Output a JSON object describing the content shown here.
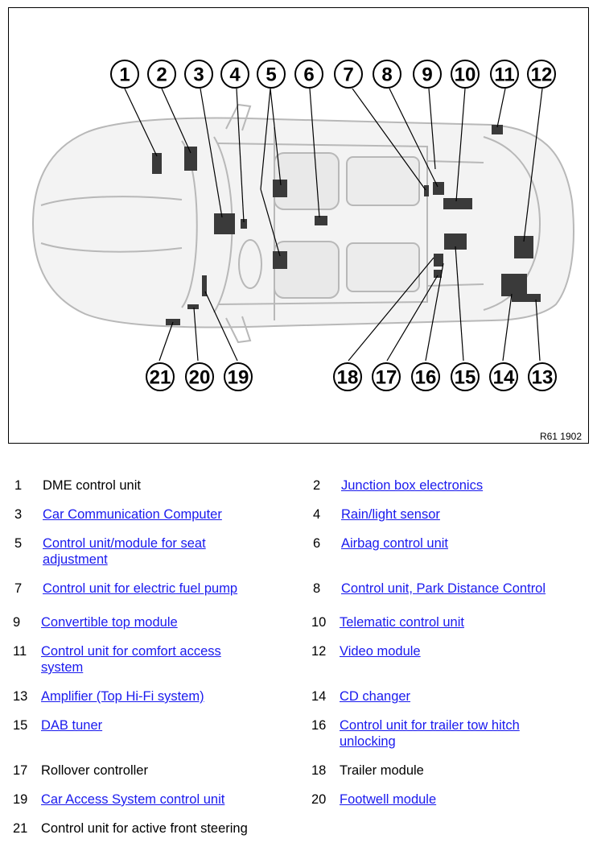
{
  "figure": {
    "reference": "R61 1902",
    "callouts": [
      "1",
      "2",
      "3",
      "4",
      "5",
      "6",
      "7",
      "8",
      "9",
      "10",
      "11",
      "12",
      "13",
      "14",
      "15",
      "16",
      "17",
      "18",
      "19",
      "20",
      "21"
    ]
  },
  "legend": [
    {
      "num": "1",
      "label": "DME control unit",
      "link": false
    },
    {
      "num": "2",
      "label": "Junction box electronics",
      "link": true
    },
    {
      "num": "3",
      "label": "Car Communication Computer",
      "link": true
    },
    {
      "num": "4",
      "label": "Rain/light sensor",
      "link": true
    },
    {
      "num": "5",
      "label": "Control unit/module for seat\nadjustment",
      "link": true
    },
    {
      "num": "6",
      "label": "Airbag control unit",
      "link": true
    },
    {
      "num": "7",
      "label": "Control unit for electric fuel pump",
      "link": true
    },
    {
      "num": "8",
      "label": "Control unit, Park Distance Control",
      "link": true
    },
    {
      "num": "9",
      "label": "Convertible top module",
      "link": true
    },
    {
      "num": "10",
      "label": "Telematic control unit",
      "link": true
    },
    {
      "num": "11",
      "label": "Control unit for comfort access\nsystem",
      "link": true
    },
    {
      "num": "12",
      "label": "Video module",
      "link": true
    },
    {
      "num": "13",
      "label": "Amplifier (Top Hi-Fi system)",
      "link": true
    },
    {
      "num": "14",
      "label": "CD changer",
      "link": true
    },
    {
      "num": "15",
      "label": "DAB tuner",
      "link": true
    },
    {
      "num": "16",
      "label": "Control unit for trailer tow hitch\nunlocking",
      "link": true
    },
    {
      "num": "17",
      "label": "Rollover controller",
      "link": false
    },
    {
      "num": "18",
      "label": "Trailer module",
      "link": false
    },
    {
      "num": "19",
      "label": "Car Access System control unit",
      "link": true
    },
    {
      "num": "20",
      "label": "Footwell module",
      "link": true
    },
    {
      "num": "21",
      "label": "Control unit for active front steering",
      "link": false
    }
  ]
}
